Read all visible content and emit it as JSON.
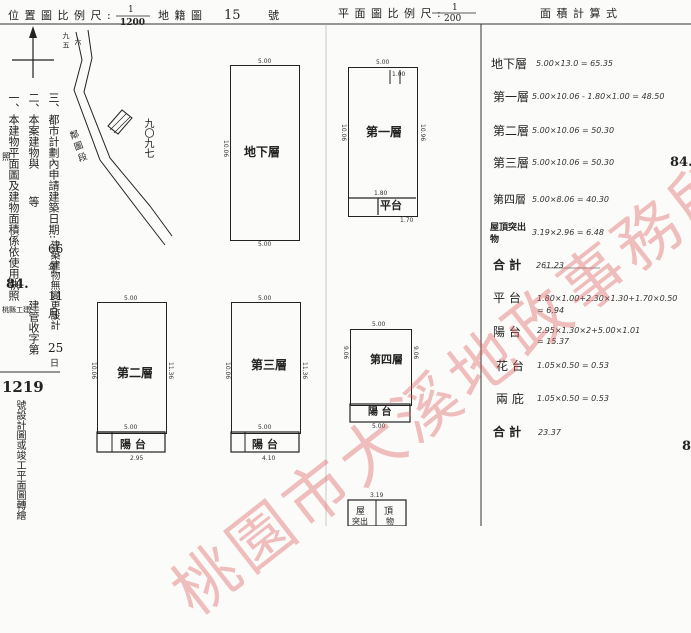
{
  "header": {
    "location_scale_label": "位 置 圖 比 例 尺 :",
    "location_scale_num": "1",
    "location_scale_den": "1200",
    "cadastral_label": "地 籍 圖",
    "number_value": "15",
    "number_suffix": "號",
    "plan_scale_label": "平 面 圖 比 例 尺 :",
    "plan_scale_num": "1",
    "plan_scale_den": "200",
    "area_calc_title": "面 積 計 算 式"
  },
  "notes": {
    "note1": "一、本建物平面圖及建物面積係依使用執照",
    "note2": "二、本案建物與",
    "note3": "三、都市計劃內申請建築日期:",
    "note_extra": "等",
    "permit_a": "建築建物無變更設計",
    "permit_year": "66",
    "permit_year_unit": "年",
    "permit_month": "11",
    "permit_month_unit": "月",
    "permit_day": "25",
    "permit_day_unit": "日",
    "permit_b": "建管收字第",
    "permit_no_prefix": "84.",
    "permit_no": "1219",
    "permit_tail": "號設計圖或竣工平面圖轉繪",
    "office_small": "桃縣工建",
    "office_small2": "照"
  },
  "site": {
    "lot_number": "九〇九七",
    "road_label": "鄰 圖 段",
    "road_small1": "九 五",
    "road_small2": "六"
  },
  "floors": {
    "basement": {
      "label": "地下層",
      "w_top": "5.00",
      "w_bot": "5.00",
      "h_left": "10.06"
    },
    "first": {
      "label": "第一層",
      "w_top": "5.00",
      "h_left": "10.06",
      "h_right": "10.96",
      "terrace": "平台",
      "small_a": "1.80",
      "small_b": "1.00",
      "small_c": "1.70"
    },
    "second": {
      "label": "第二層",
      "w_top": "5.00",
      "w_bot": "5.00",
      "h_left": "10.06",
      "h_right": "11.36",
      "balcony": "陽 台",
      "small": "2.95"
    },
    "third": {
      "label": "第三層",
      "w_top": "5.00",
      "w_bot": "5.00",
      "h_left": "10.06",
      "h_right": "11.36",
      "balcony": "陽 台",
      "small": "4.10"
    },
    "fourth": {
      "label": "第四層",
      "w_top": "5.00",
      "w_bot": "5.00",
      "h_left": "9.06",
      "h_right": "9.06",
      "balcony": "陽 台"
    },
    "roof": {
      "label1": "屋",
      "label2": "突出",
      "label3": "頂",
      "label4": "物",
      "w": "3.19"
    }
  },
  "calc": {
    "rows": [
      {
        "label": "地下層",
        "expr": "5.00×13.0 = 65.35"
      },
      {
        "label": "第一層",
        "expr": "5.00×10.06 - 1.80×1.00 = 48.50"
      },
      {
        "label": "第二層",
        "expr": "5.00×10.06 = 50.30"
      },
      {
        "label": "第三層",
        "expr": "5.00×10.06 = 50.30"
      },
      {
        "label": "第四層",
        "expr": "5.00×8.06 = 40.30"
      },
      {
        "label": "屋頂突出物",
        "expr": "3.19×2.96 = 6.48"
      }
    ],
    "total1_label": "合 計",
    "total1_value": "261.23",
    "terrace_label": "平 台",
    "terrace_expr1": "1.80×1.00+2.30×1.30+1.70×0.50",
    "terrace_expr2": "= 6.94",
    "balcony_label": "陽 台",
    "balcony_expr1": "2.95×1.30×2+5.00×1.01",
    "balcony_expr2": "= 15.37",
    "flower_label": "花 台",
    "flower_expr": "1.05×0.50 = 0.53",
    "canopy_label": "兩 庇",
    "canopy_expr": "1.05×0.50 = 0.53",
    "total2_label": "合 計",
    "total2_value": "23.37"
  },
  "margin_marks": {
    "m1": "84.",
    "m2": "8"
  },
  "watermark": {
    "line1": "桃園市大溪地政事務所"
  },
  "colors": {
    "ink": "#222222",
    "stamp": "#d85a5a",
    "paper": "#fbfbf9"
  }
}
